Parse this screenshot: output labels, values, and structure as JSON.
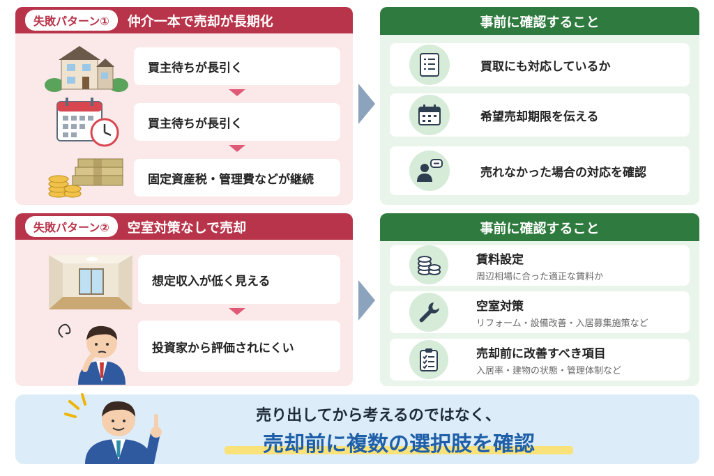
{
  "fail1": {
    "badge": "失敗パターン①",
    "title": "仲介一本で売却が長期化",
    "steps": [
      "買主待ちが長引く",
      "買主待ちが長引く",
      "固定資産税・管理費などが継続"
    ]
  },
  "check1": {
    "title": "事前に確認すること",
    "items": [
      "買取にも対応しているか",
      "希望売却期限を伝える",
      "売れなかった場合の対応を確認"
    ]
  },
  "fail2": {
    "badge": "失敗パターン②",
    "title": "空室対策なしで売却",
    "steps": [
      "想定収入が低く見える",
      "投資家から評価されにくい"
    ]
  },
  "check2": {
    "title": "事前に確認すること",
    "items": [
      {
        "title": "賃料設定",
        "sub": "周辺相場に合った適正な賃料か"
      },
      {
        "title": "空室対策",
        "sub": "リフォーム・設備改善・入居募集施策など"
      },
      {
        "title": "売却前に改善すべき項目",
        "sub": "入居率・建物の状態・管理体制など"
      }
    ]
  },
  "summary": {
    "line1": "売り出してから考えるのではなく、",
    "line2": "売却前に複数の選択肢を確認"
  },
  "colors": {
    "fail": "#b8344a",
    "check": "#2f7a3e",
    "highlight": "#f9e27a",
    "accent_text": "#1f5fa8"
  }
}
